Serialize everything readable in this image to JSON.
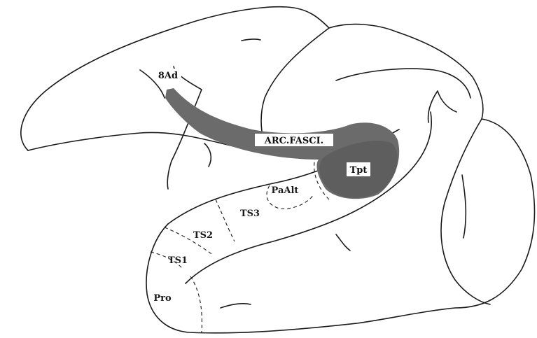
{
  "diagram": {
    "labels": {
      "area_8ad": "8Ad",
      "arc_fasc": "ARC.FASCI.",
      "tpt": "Tpt",
      "paalt": "PaAlt",
      "ts3": "TS3",
      "ts2": "TS2",
      "ts1": "TS1",
      "pro": "Pro"
    },
    "colors": {
      "pathway_fill": "#6b6b6b",
      "tpt_fill": "#5e5e5e",
      "outline": "#1a1a1a",
      "label_box": "#ffffff"
    }
  }
}
